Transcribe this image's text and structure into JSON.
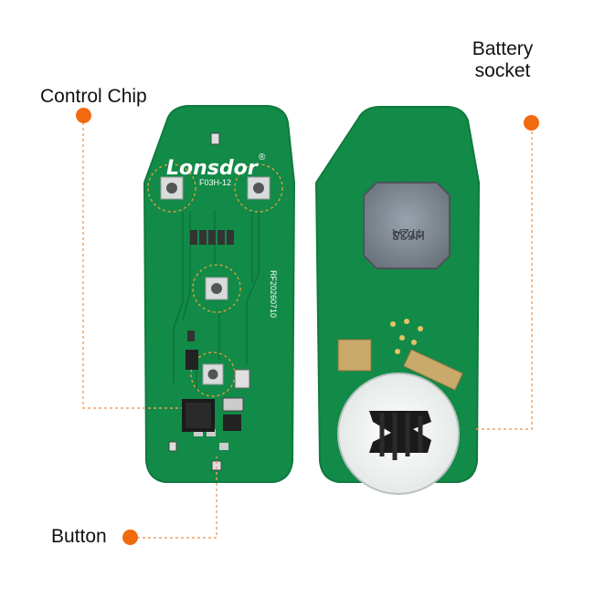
{
  "callouts": {
    "control_chip": "Control Chip",
    "button": "Button",
    "battery_socket_line1": "Battery",
    "battery_socket_line2": "socket"
  },
  "board_front": {
    "brand": "Lonsdor",
    "model": "F03H-12",
    "serial": "RF20260710"
  },
  "board_back": {
    "chip_marking_line1": "472A",
    "chip_marking_line2": "H633"
  },
  "colors": {
    "pcb_green": "#128a48",
    "pcb_edge": "#0f7a3e",
    "callout_dot": "#f06a0f",
    "leader_line": "#f0a060",
    "label_text": "#111111"
  }
}
